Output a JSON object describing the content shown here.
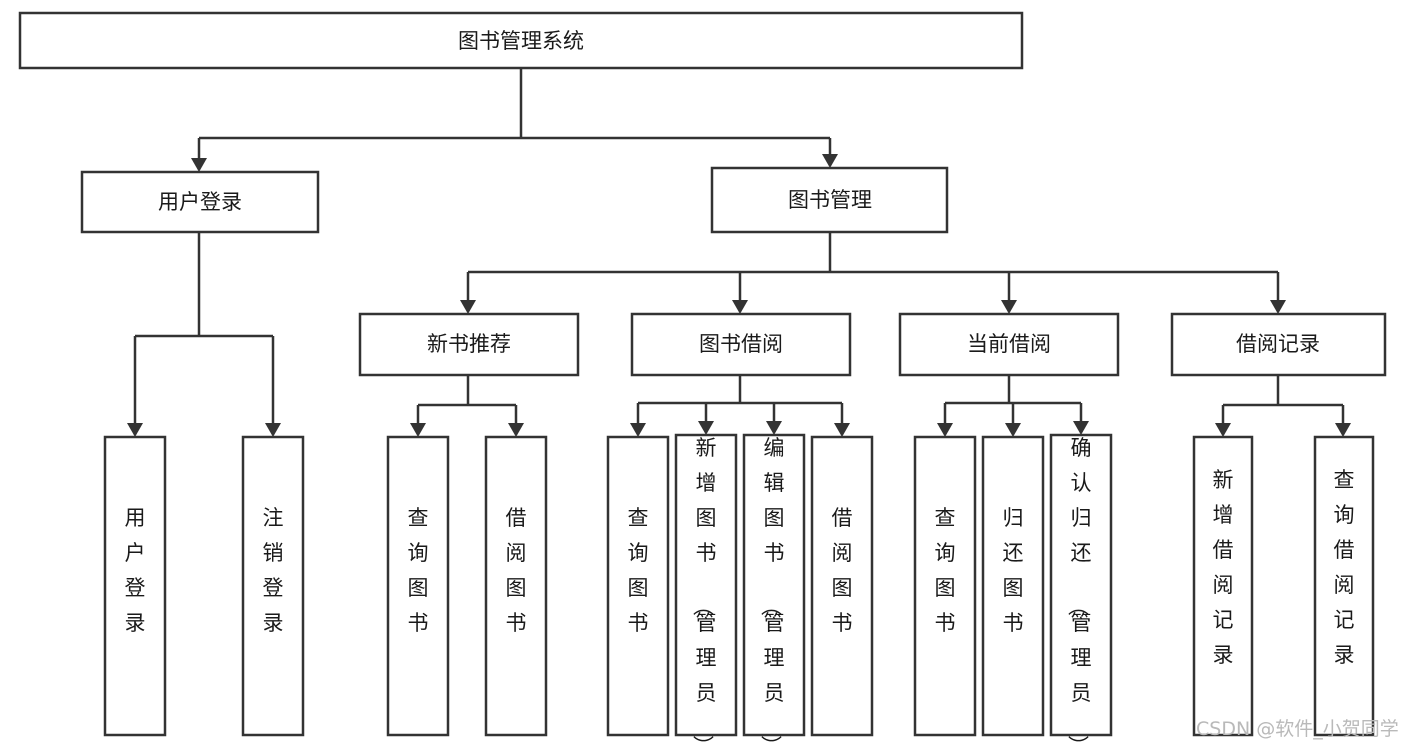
{
  "diagram": {
    "type": "tree",
    "title": "图书管理系统",
    "orientation": "top-down",
    "edge_style": "orthogonal-arrow",
    "colors": {
      "box_fill": "#ffffff",
      "box_stroke": "#333333",
      "text": "#1a1a1a",
      "watermark": "#b9b9b9",
      "background": "#ffffff"
    },
    "levels": [
      {
        "level": 1,
        "nodes": [
          {
            "id": "root",
            "label": "图书管理系统",
            "text_orientation": "horizontal"
          }
        ]
      },
      {
        "level": 2,
        "nodes": [
          {
            "id": "login",
            "label": "用户登录",
            "text_orientation": "horizontal",
            "parent": "root"
          },
          {
            "id": "bookmgmt",
            "label": "图书管理",
            "text_orientation": "horizontal",
            "parent": "root"
          }
        ]
      },
      {
        "level": 3,
        "nodes": [
          {
            "id": "newbook",
            "label": "新书推荐",
            "text_orientation": "horizontal",
            "parent": "bookmgmt"
          },
          {
            "id": "borrow",
            "label": "图书借阅",
            "text_orientation": "horizontal",
            "parent": "bookmgmt"
          },
          {
            "id": "current",
            "label": "当前借阅",
            "text_orientation": "horizontal",
            "parent": "bookmgmt"
          },
          {
            "id": "records",
            "label": "借阅记录",
            "text_orientation": "horizontal",
            "parent": "bookmgmt"
          }
        ]
      },
      {
        "level": 4,
        "nodes": [
          {
            "id": "leaf-user-login",
            "label": "用户登录",
            "text_orientation": "vertical",
            "parent": "login"
          },
          {
            "id": "leaf-user-logout",
            "label": "注销登录",
            "text_orientation": "vertical",
            "parent": "login"
          },
          {
            "id": "leaf-query-book-1",
            "label": "查询图书",
            "text_orientation": "vertical",
            "parent": "newbook"
          },
          {
            "id": "leaf-borrow-book-1",
            "label": "借阅图书",
            "text_orientation": "vertical",
            "parent": "newbook"
          },
          {
            "id": "leaf-query-book-2",
            "label": "查询图书",
            "text_orientation": "vertical",
            "parent": "borrow"
          },
          {
            "id": "leaf-add-book",
            "label": "新增图书（管理员）",
            "text_orientation": "vertical",
            "parent": "borrow"
          },
          {
            "id": "leaf-edit-book",
            "label": "编辑图书（管理员）",
            "text_orientation": "vertical",
            "parent": "borrow"
          },
          {
            "id": "leaf-borrow-book-2",
            "label": "借阅图书",
            "text_orientation": "vertical",
            "parent": "borrow"
          },
          {
            "id": "leaf-query-book-3",
            "label": "查询图书",
            "text_orientation": "vertical",
            "parent": "current"
          },
          {
            "id": "leaf-return-book",
            "label": "归还图书",
            "text_orientation": "vertical",
            "parent": "current"
          },
          {
            "id": "leaf-confirm-return",
            "label": "确认归还（管理员）",
            "text_orientation": "vertical",
            "parent": "current"
          },
          {
            "id": "leaf-add-record",
            "label": "新增借阅记录",
            "text_orientation": "vertical",
            "parent": "records"
          },
          {
            "id": "leaf-query-record",
            "label": "查询借阅记录",
            "text_orientation": "vertical",
            "parent": "records"
          }
        ]
      }
    ]
  },
  "watermark": {
    "text": "CSDN @软件_小贺同学"
  }
}
